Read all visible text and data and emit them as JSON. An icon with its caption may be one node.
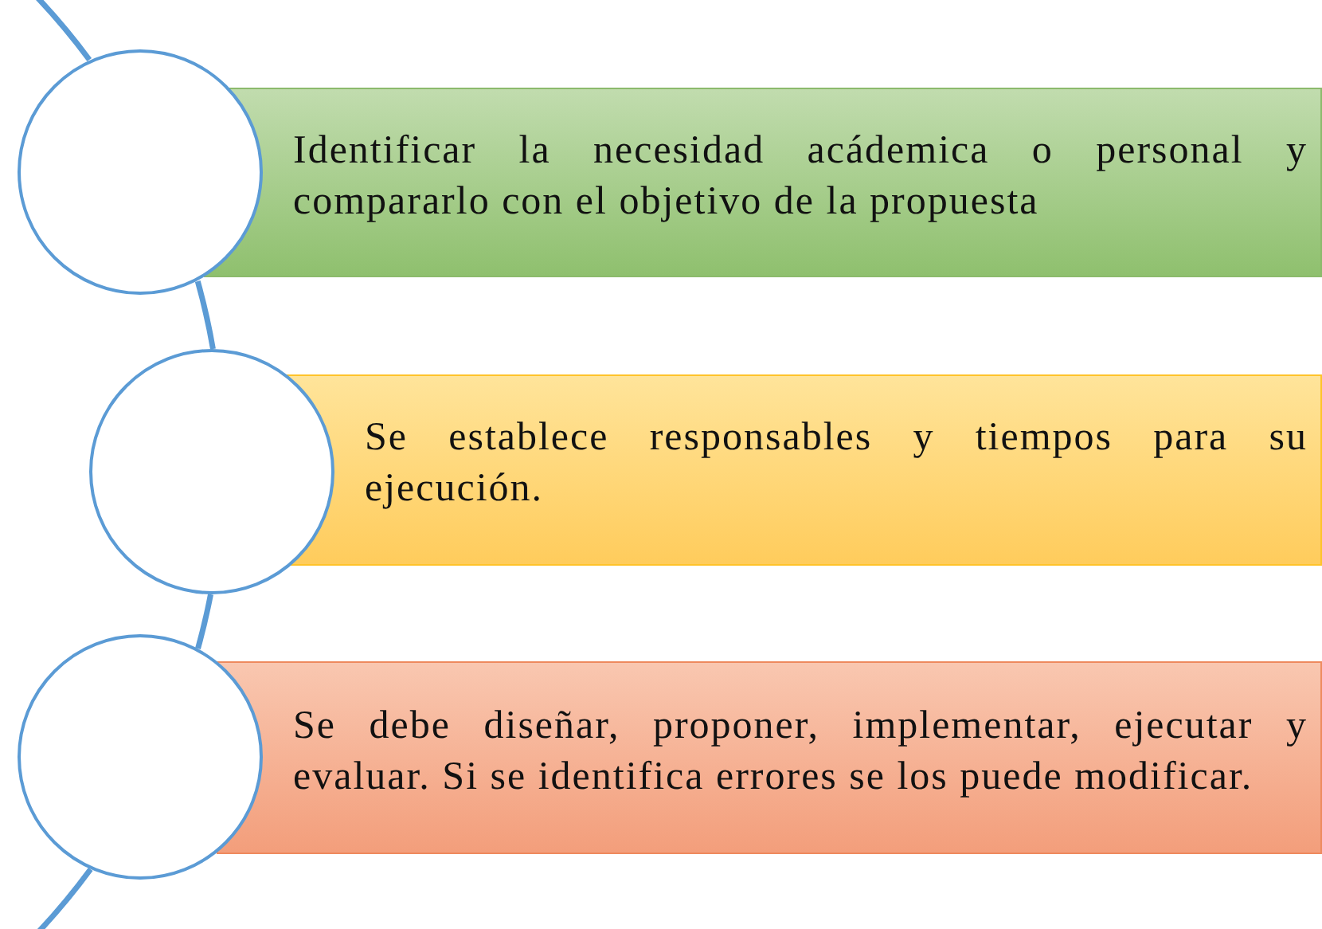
{
  "diagram": {
    "nodes": [
      {
        "text": [],
        "shape": "circle"
      },
      {
        "text": [
          "Identificar la necesidad acádemica o personal y compararlo con el objetivo de la propuesta"
        ]
      },
      {
        "text": [],
        "shape": "circle"
      },
      {
        "text": [
          "Se establece responsables y tiempos para su ejecución."
        ]
      },
      {
        "text": [],
        "shape": "circle"
      },
      {
        "text": [
          "Se debe diseñar, proponer, implementar, ejecutar y evaluar. Si se identifica errores se los puede modificar."
        ]
      }
    ],
    "edges": [
      {
        "from": null,
        "to": 0,
        "arrow": "none"
      },
      {
        "from": 0,
        "to": 2,
        "arrow": "none"
      },
      {
        "from": 2,
        "to": 4,
        "arrow": "none"
      },
      {
        "from": 4,
        "to": null,
        "arrow": "none"
      }
    ]
  }
}
